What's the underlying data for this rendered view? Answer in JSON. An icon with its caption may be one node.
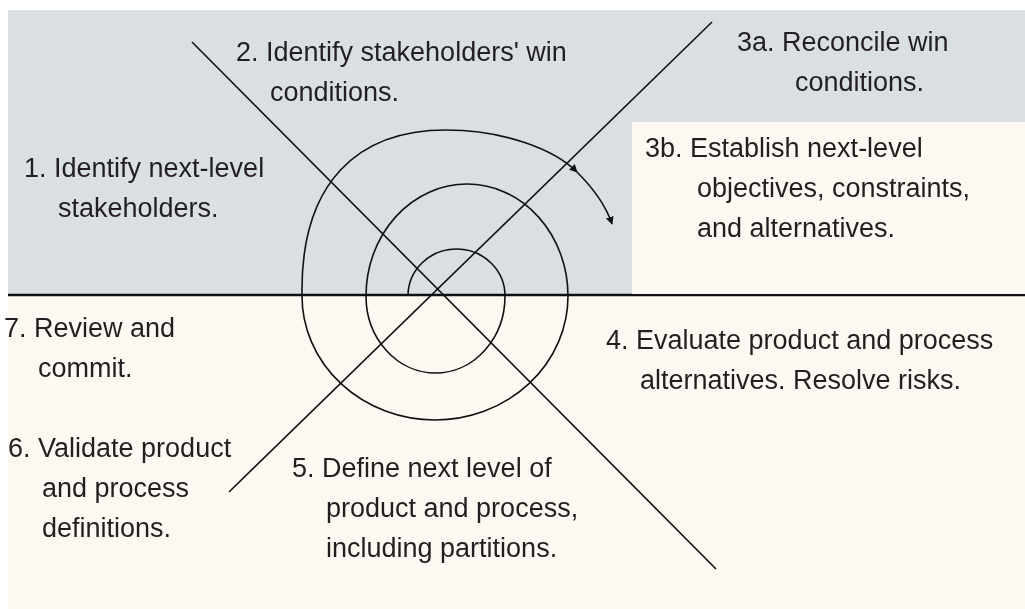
{
  "diagram": {
    "labels": [
      "2. Identify stakeholders' win conditions.",
      "3a. Reconcile win conditions.",
      "3b. Establish next-level objectives, constraints, and alternatives.",
      "1. Identify next-level stakeholders.",
      "7. Review and commit.",
      "4. Evaluate product and process alternatives. Resolve risks.",
      "6. Validate product and process definitions.",
      "5. Define next level of product and process, including partitions."
    ]
  }
}
